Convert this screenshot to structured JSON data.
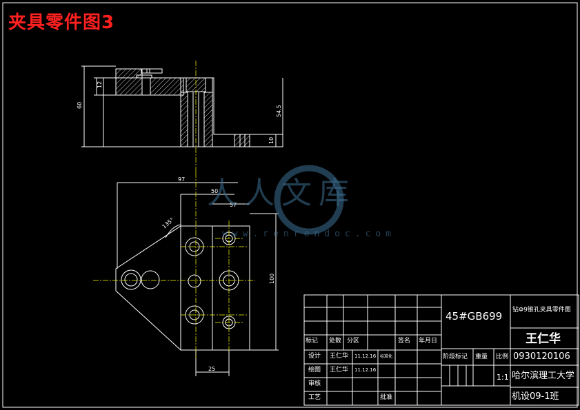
{
  "title": "夹具零件图3",
  "watermark": {
    "brand": "人人文库",
    "url": "www.renrendoc.com"
  },
  "dimensions": {
    "d60": "60",
    "d12": "12",
    "d54_5": "54.5",
    "d10": "10",
    "d97": "97",
    "d50": "50",
    "d57": "57",
    "d100": "100",
    "d25": "25",
    "angle": "135°"
  },
  "title_block": {
    "material": "45#GB699",
    "part_name": "钻Φ9锥孔夹具零件图",
    "designer_name": "王仁华",
    "student_id": "0930120106",
    "university": "哈尔滨理工大学",
    "class": "机设09-1班",
    "scale": "1:1",
    "h_biaoji": "标记",
    "h_chushu": "处数",
    "h_fenqu": "分区",
    "h_qianming": "签名",
    "h_nianyueri": "年月日",
    "lbl_sheji": "设计",
    "lbl_huitu": "绘图",
    "lbl_shenhe": "审核",
    "lbl_gongyi": "工艺",
    "lbl_pizhun": "批准",
    "sig1": "王仁华",
    "sig2": "王仁华",
    "date1": "11.12.16",
    "date2": "11.12.16",
    "std": "标准化",
    "h_jieduan": "阶段标记",
    "h_zhongliang": "重量",
    "h_bili": "比例"
  },
  "colors": {
    "line": "#ffffff",
    "center": "#ffff00",
    "title": "#ff2020",
    "watermark": "#3d6f93"
  }
}
